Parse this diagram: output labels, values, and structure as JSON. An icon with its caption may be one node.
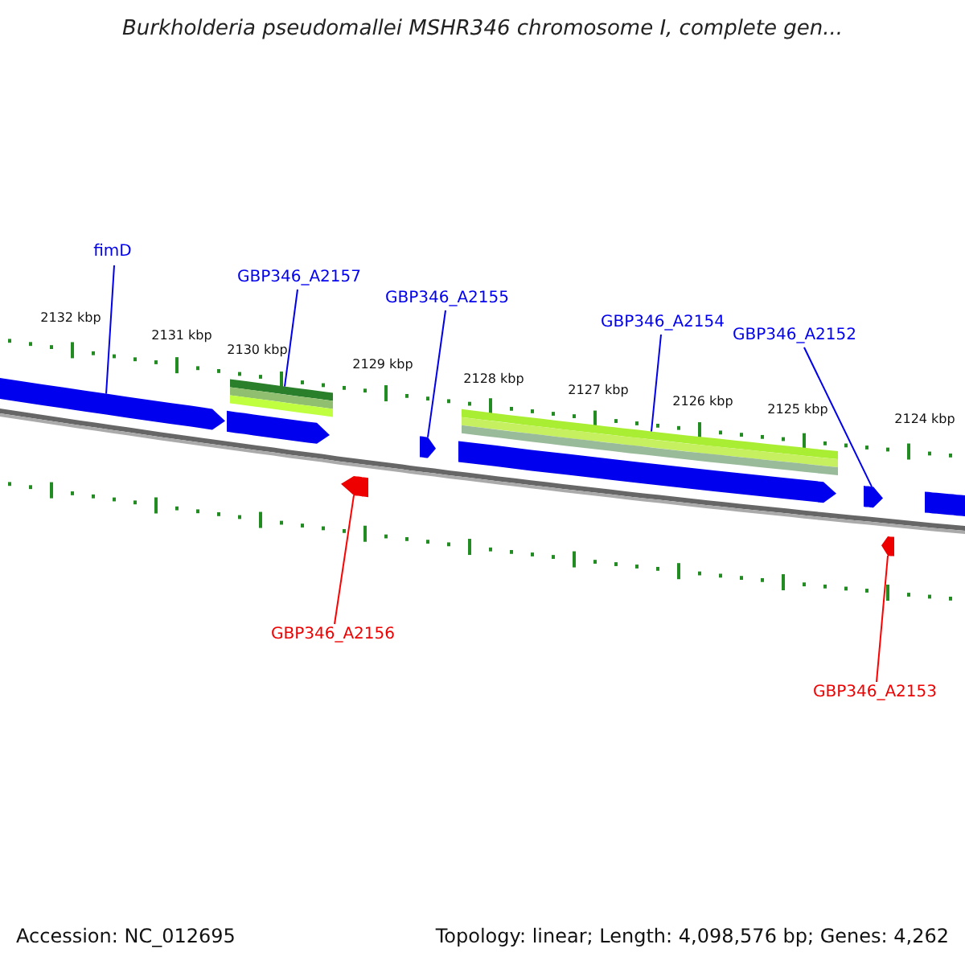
{
  "diagram": {
    "title": "Burkholderia pseudomallei MSHR346 chromosome I, complete gen...",
    "nodes": [
      {
        "text": [
          "fimD"
        ]
      },
      {
        "text": [
          "GBP346_A2157"
        ]
      },
      {
        "text": [
          "GBP346_A2155"
        ]
      },
      {
        "text": [
          "GBP346_A2154"
        ]
      },
      {
        "text": [
          "GBP346_A2152"
        ]
      },
      {
        "text": [
          "GBP346_A2156"
        ]
      },
      {
        "text": [
          "GBP346_A2153"
        ]
      },
      {
        "text": [],
        "shape": "bar"
      },
      {
        "text": [],
        "shape": "bar"
      },
      {
        "text": [],
        "shape": "bar"
      },
      {
        "text": [],
        "shape": "bar"
      },
      {
        "text": [],
        "shape": "bar"
      },
      {
        "text": [],
        "shape": "bar"
      },
      {
        "text": [],
        "shape": "bar"
      },
      {
        "text": [],
        "shape": "bar"
      }
    ],
    "edges": [
      {
        "from": 0,
        "to": 7,
        "arrow": "none"
      },
      {
        "from": 1,
        "to": 8,
        "arrow": "none"
      },
      {
        "from": 2,
        "to": 10,
        "arrow": "none"
      },
      {
        "from": 3,
        "to": 11,
        "arrow": "none"
      },
      {
        "from": 4,
        "to": 12,
        "arrow": "none"
      },
      {
        "from": 5,
        "to": 9,
        "arrow": "none",
        "color": "#ff0000"
      },
      {
        "from": 6,
        "to": 13,
        "arrow": "none",
        "color": "#ff0000"
      }
    ],
    "labels": [
      "2132 kbp",
      "2131 kbp",
      "2130 kbp",
      "2129 kbp",
      "2128 kbp",
      "2127 kbp",
      "2126 kbp",
      "2125 kbp",
      "2124 kbp",
      "Accession: NC_012695",
      "Topology: linear; Length: 4,098,576 bp; Genes: 4,262"
    ]
  }
}
